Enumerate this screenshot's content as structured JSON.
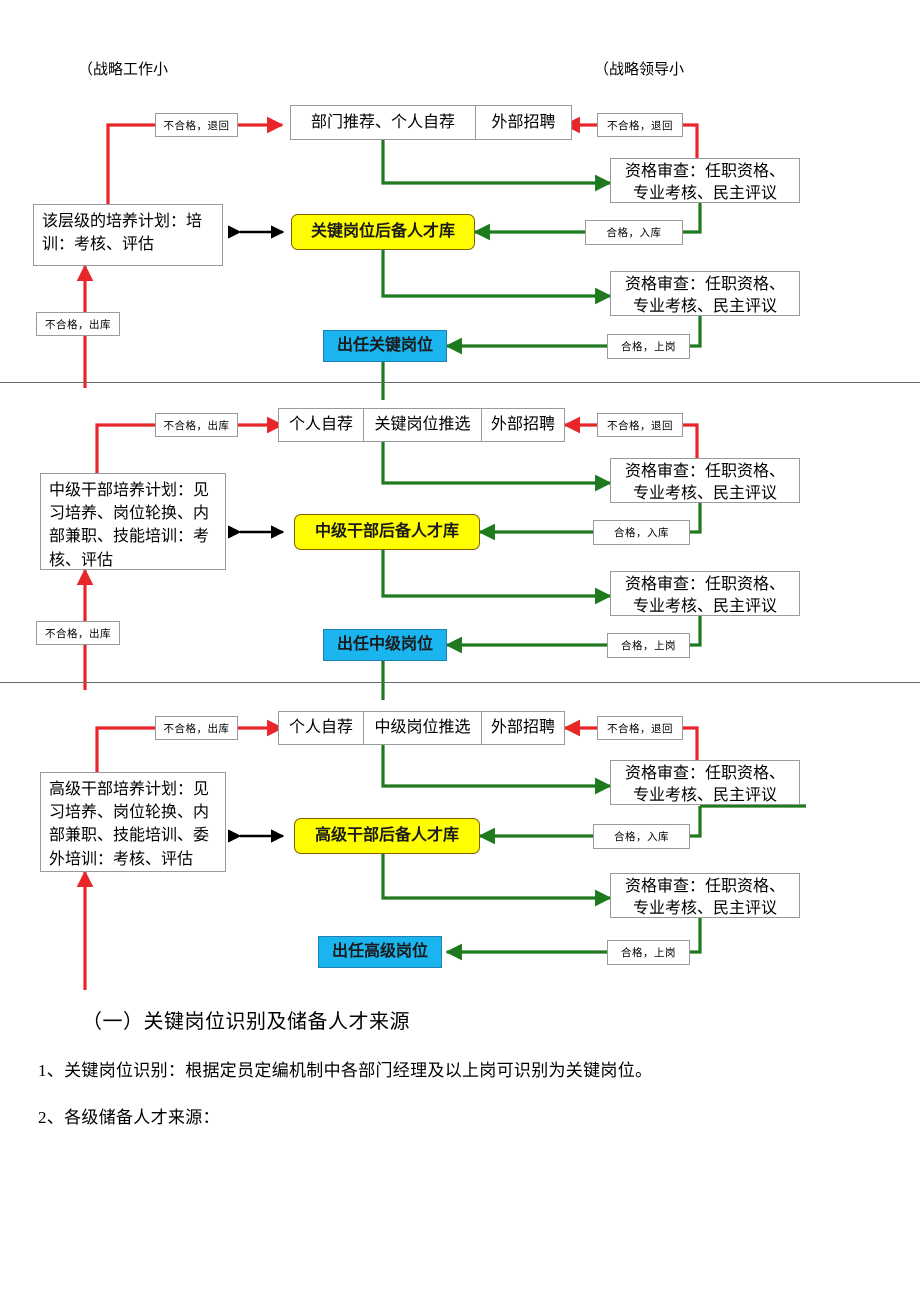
{
  "colors": {
    "red_flow": "#e8262a",
    "green_flow": "#1f7a1f",
    "black_flow": "#000000",
    "pool_fill": "#ffff00",
    "pool_border": "#7f6000",
    "appoint_fill": "#1ab4ef",
    "appoint_border": "#1f7fb5",
    "box_border": "#9a9a9a",
    "rule": "#6b6b6b"
  },
  "headers": {
    "left": "（战略工作小",
    "right": "（战略领导小"
  },
  "labels": {
    "reject_return": "不合格，退回",
    "reject_out": "不合格，出库",
    "pass_in": "合格，入库",
    "pass_onjob": "合格，上岗",
    "review": "资格审查：任职资格、\n专业考核、民主评议",
    "review_line1": "资格审查：任职资格、",
    "review_line2": "专业考核、民主评议"
  },
  "sections": [
    {
      "id": "key-post",
      "sources": [
        "部门推荐、个人自荐",
        "外部招聘"
      ],
      "plan": "该层级的培养计划：培训：考核、评估",
      "pool": "关键岗位后备人才库",
      "appoint": "出任关键岗位",
      "reject_top": "不合格，退回",
      "reject_top_right": "不合格，退回",
      "reject_bottom": "不合格，出库",
      "review_top": "资格审查：任职资格、专业考核、民主评议",
      "review_bottom": "资格审查：任职资格、专业考核、民主评议",
      "pass_in": "合格，入库",
      "pass_onjob": "合格，上岗"
    },
    {
      "id": "mid-cadre",
      "sources": [
        "个人自荐",
        "关键岗位推选",
        "外部招聘"
      ],
      "plan": "中级干部培养计划：见习培养、岗位轮换、内部兼职、技能培训：考核、评估",
      "pool": "中级干部后备人才库",
      "appoint": "出任中级岗位",
      "reject_top": "不合格，出库",
      "reject_top_right": "不合格，退回",
      "reject_bottom": "不合格，出库",
      "review_top": "资格审查：任职资格、专业考核、民主评议",
      "review_bottom": "资格审查：任职资格、专业考核、民主评议",
      "pass_in": "合格，入库",
      "pass_onjob": "合格，上岗"
    },
    {
      "id": "senior-cadre",
      "sources": [
        "个人自荐",
        "中级岗位推选",
        "外部招聘"
      ],
      "plan": "高级干部培养计划：见习培养、岗位轮换、内部兼职、技能培训、委外培训：考核、评估",
      "pool": "高级干部后备人才库",
      "appoint": "出任高级岗位",
      "reject_top": "不合格，出库",
      "reject_top_right": "不合格，退回",
      "reject_bottom": "",
      "review_top": "资格审查：任职资格、专业考核、民主评议",
      "review_bottom": "资格审查：任职资格、专业考核、民主评议",
      "pass_in": "合格，入库",
      "pass_onjob": "合格，上岗"
    }
  ],
  "plan_lines": {
    "s1": [
      "该层级的培养计划：培",
      "训：考核、评估"
    ],
    "s2": [
      "中级干部培养计划：见",
      "习培养、岗位轮换、内",
      "部兼职、技能培训：考",
      "核、评估"
    ],
    "s3": [
      "高级干部培养计划：见",
      "习培养、岗位轮换、内",
      "部兼职、技能培训、委",
      "外培训：考核、评估"
    ]
  },
  "body": {
    "heading": "（一）关键岗位识别及储备人才来源",
    "p1": "1、关键岗位识别：根据定员定编机制中各部门经理及以上岗可识别为关键岗位。",
    "p2": "2、各级储备人才来源："
  }
}
